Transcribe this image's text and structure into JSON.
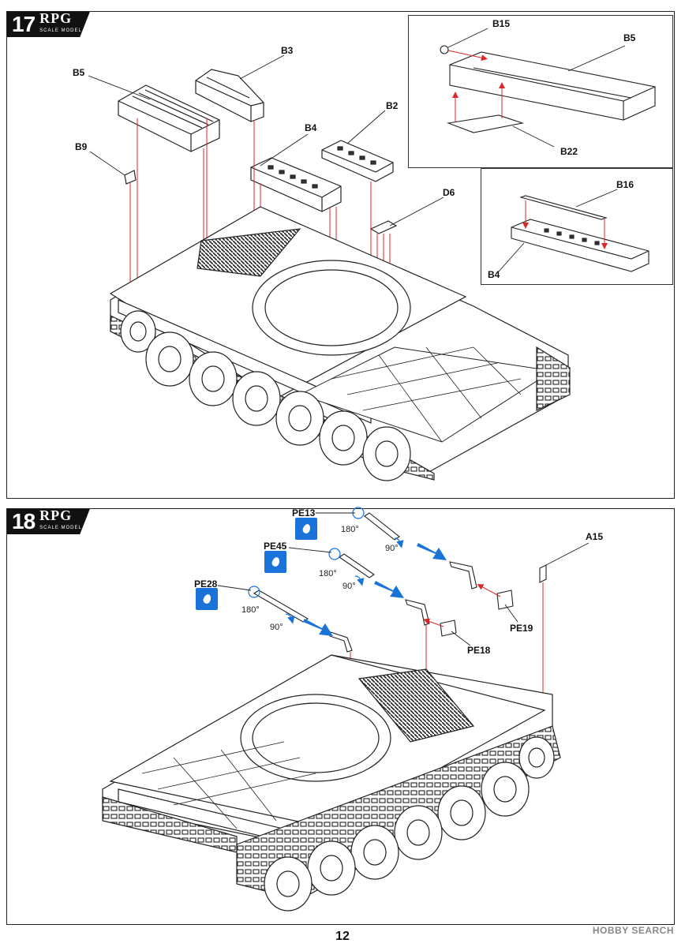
{
  "step17": {
    "number": "17",
    "brand": "RPG",
    "brand_sub": "SCALE MODEL",
    "labels": {
      "b3": "B3",
      "b5": "B5",
      "b9": "B9",
      "b4": "B4",
      "b2": "B2",
      "d6": "D6"
    },
    "inset_a": {
      "b15": "B15",
      "b5": "B5",
      "b22": "B22"
    },
    "inset_b": {
      "b16": "B16",
      "b4": "B4"
    }
  },
  "step18": {
    "number": "18",
    "brand": "RPG",
    "brand_sub": "SCALE MODEL",
    "labels": {
      "pe13": "PE13",
      "pe45": "PE45",
      "pe28": "PE28",
      "pe19": "PE19",
      "pe18": "PE18",
      "a15": "A15"
    },
    "angles": {
      "a1": "180°",
      "b1": "90°",
      "a2": "180°",
      "b2": "90°",
      "a3": "180°",
      "b3": "90°"
    }
  },
  "footer": {
    "page_number": "12",
    "watermark": "HOBBY SEARCH"
  },
  "colors": {
    "arrow_red": "#d9282b",
    "bend_blue": "#1a73d9",
    "glue_icon": "#1a73d9",
    "badge": "#111111"
  }
}
